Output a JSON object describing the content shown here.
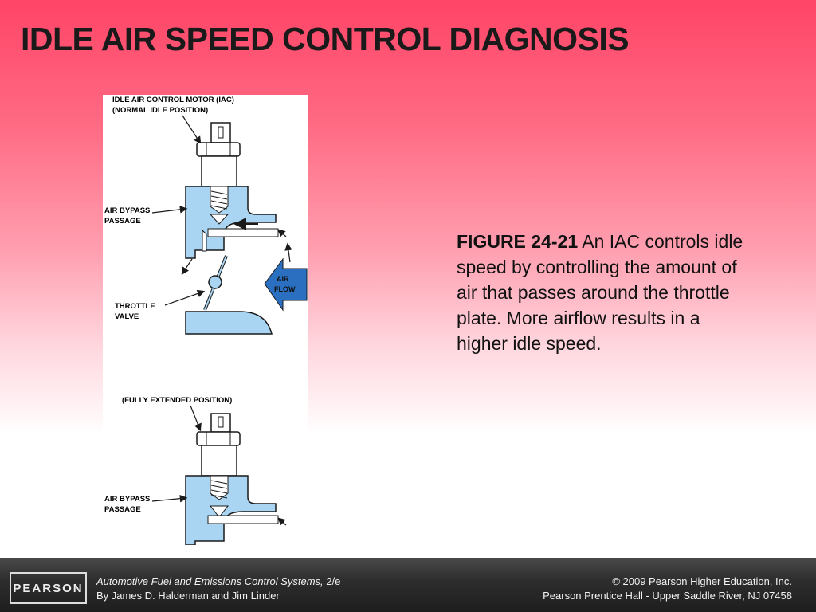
{
  "slide": {
    "title": "IDLE AIR SPEED CONTROL DIAGNOSIS"
  },
  "figure": {
    "label_iac_motor_line1": "IDLE AIR CONTROL MOTOR (IAC)",
    "label_iac_motor_line2": "(NORMAL IDLE POSITION)",
    "label_bypass_1_line1": "AIR BYPASS",
    "label_bypass_1_line2": "PASSAGE",
    "label_throttle_line1": "THROTTLE",
    "label_throttle_line2": "VALVE",
    "label_airflow_line1": "AIR",
    "label_airflow_line2": "FLOW",
    "label_extended": "(FULLY EXTENDED POSITION)",
    "label_bypass_2_line1": "AIR BYPASS",
    "label_bypass_2_line2": "PASSAGE",
    "colors": {
      "fill": "#a9d5f2",
      "outline": "#1a1a1a",
      "arrow": "#2a6fc0"
    }
  },
  "caption": {
    "figure_number": "FIGURE 24-21",
    "text": "An IAC controls idle speed by controlling the amount of air that passes around the throttle plate. More airflow results in a higher idle speed."
  },
  "footer": {
    "logo": "PEARSON",
    "book_title": "Automotive Fuel and Emissions Control Systems,",
    "edition": "2/e",
    "authors": "By James D. Halderman and Jim Linder",
    "copyright": "© 2009 Pearson Higher Education, Inc.",
    "publisher": "Pearson Prentice Hall - Upper Saddle River, NJ 07458"
  }
}
